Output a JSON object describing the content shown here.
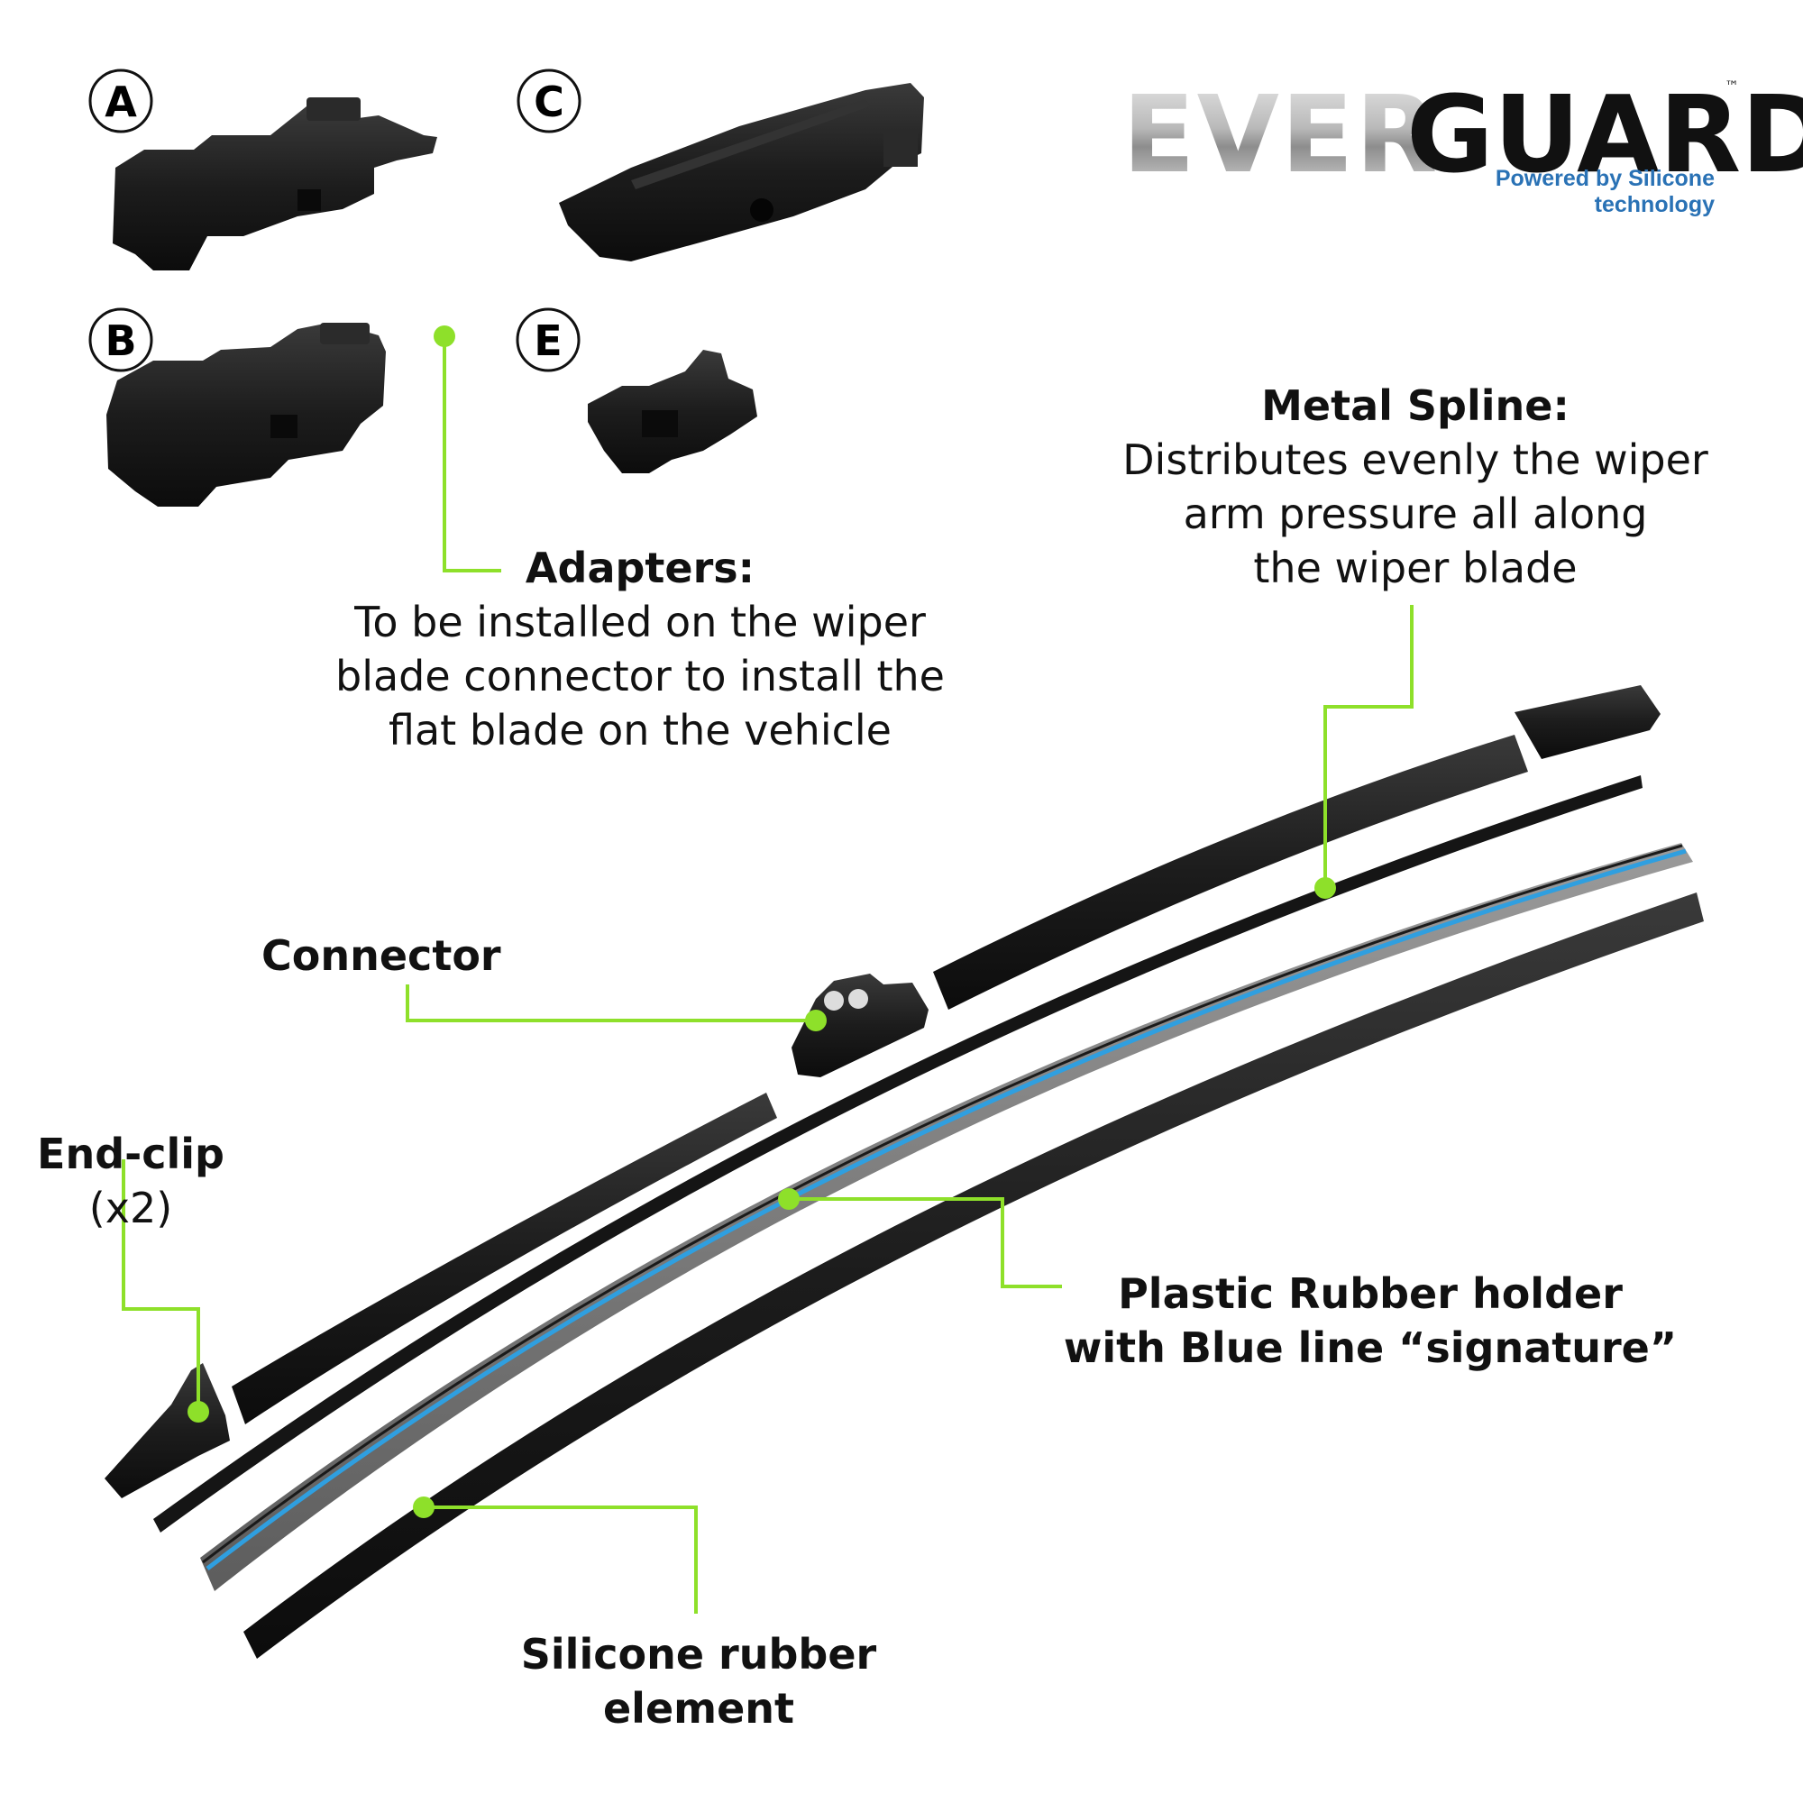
{
  "brand": {
    "name_part1": "EVER",
    "name_part2": "GUARD",
    "trademark": "™",
    "tagline": "Powered by Silicone technology"
  },
  "adapters": [
    {
      "letter": "A"
    },
    {
      "letter": "C"
    },
    {
      "letter": "B"
    },
    {
      "letter": "E"
    }
  ],
  "labels": {
    "adapters": {
      "title": "Adapters:",
      "body": [
        "To be installed on the wiper",
        "blade connector to install the",
        "flat blade on the vehicle"
      ]
    },
    "metal_spline": {
      "title": "Metal Spline:",
      "body": [
        "Distributes evenly the wiper",
        "arm pressure all along",
        "the wiper blade"
      ]
    },
    "connector": {
      "title": "Connector"
    },
    "end_clip": {
      "title": "End-clip",
      "body": "(x2)"
    },
    "rubber_holder": {
      "title_line1": "Plastic Rubber holder",
      "title_line2": "with Blue line “signature”"
    },
    "silicone": {
      "title_line1": "Silicone rubber",
      "title_line2": "element"
    }
  },
  "colors": {
    "callout": "#8ee02a",
    "blue_line": "#2f9fe0",
    "part": "#1b1b1b",
    "logo_blue": "#2a72b5"
  }
}
